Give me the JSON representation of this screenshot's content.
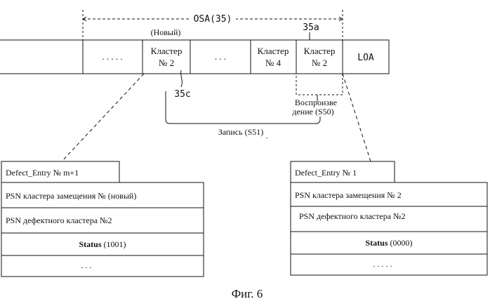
{
  "osa_label": "OSA(35)",
  "new_marker": "(Новый)",
  "label_35a": "35a",
  "label_35c": "35c",
  "strip": {
    "dots_left": ". . . . .",
    "cluster_new": [
      "Кластер",
      "№ 2"
    ],
    "dots_mid": ". . .",
    "cluster_4": [
      "Кластер",
      "№ 4"
    ],
    "cluster_2": [
      "Кластер",
      "№ 2"
    ],
    "loa": "LOA"
  },
  "playback_label": [
    "Воспроизве",
    "дение (S50)"
  ],
  "write_label": "Запись (S51)",
  "left_table": {
    "header": "Defect_Entry № m+1",
    "row1": "PSN кластера замещения № (новый)",
    "row2": "PSN дефектного кластера №2",
    "status_word": "Status",
    "status_value": " (1001)",
    "dots": ". . ."
  },
  "right_table": {
    "header": "Defect_Entry № 1",
    "row1": "PSN кластера замещения № 2",
    "row2": "PSN дефектного кластера №2",
    "status_word": "Status",
    "status_value": " (0000)",
    "dots": ". . . . ."
  },
  "caption": "Фиг. 6"
}
